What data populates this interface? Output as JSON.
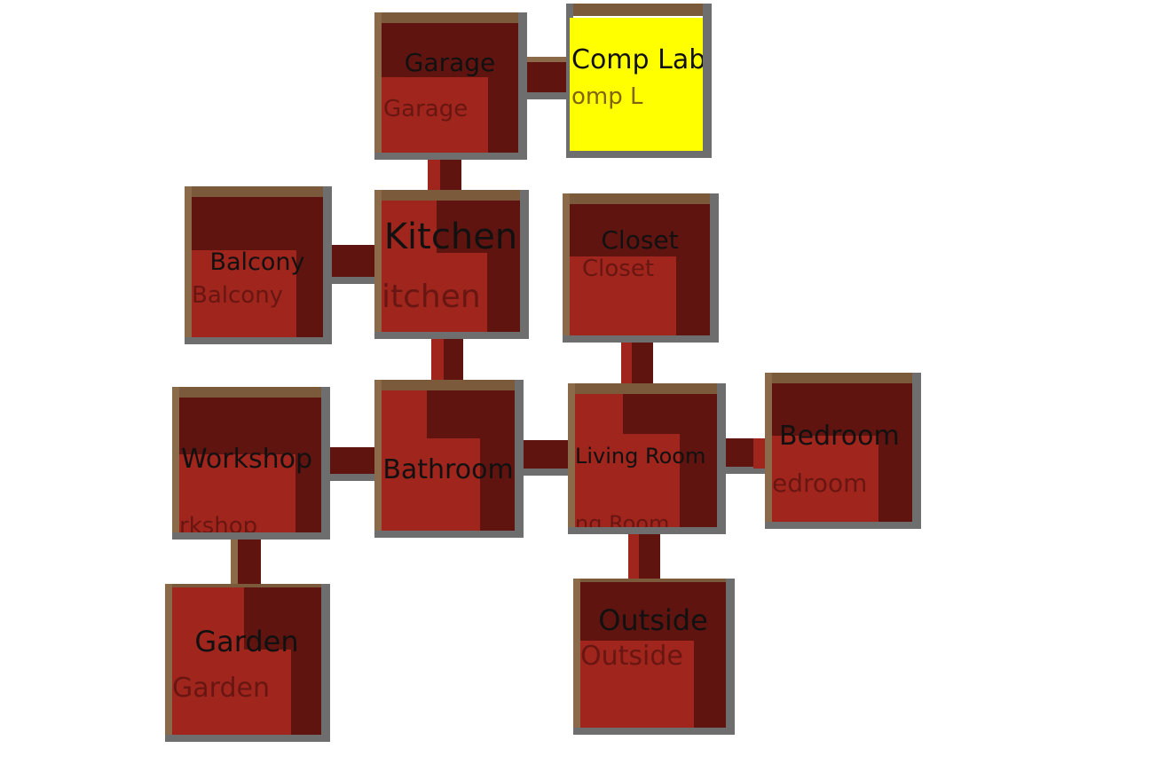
{
  "map": {
    "current_room": "Comp Lab",
    "rooms": {
      "garage": {
        "label": "Garage",
        "ghost": "Garage"
      },
      "comp_lab": {
        "label": "Comp Lab",
        "ghost": "omp L"
      },
      "balcony": {
        "label": "Balcony",
        "ghost": "Balcony"
      },
      "kitchen": {
        "label": "Kitchen",
        "ghost": "itchen"
      },
      "closet": {
        "label": "Closet",
        "ghost": "Closet"
      },
      "workshop": {
        "label": "Workshop",
        "ghost": "rkshop"
      },
      "bathroom": {
        "label": "Bathroom",
        "ghost": ""
      },
      "living_room": {
        "label": "Living Room",
        "ghost": "ng Room"
      },
      "bedroom": {
        "label": "Bedroom",
        "ghost": "edroom"
      },
      "garden": {
        "label": "Garden",
        "ghost": "Garden"
      },
      "outside": {
        "label": "Outside",
        "ghost": "Outside"
      }
    },
    "colors": {
      "floor": "#a0251d",
      "floor_shadow": "#5f1410",
      "current_room_floor": "#ffff00",
      "wall_gray": "#6e6e6e",
      "wall_brown": "#7a5a3a",
      "background": "#ffffff"
    }
  }
}
